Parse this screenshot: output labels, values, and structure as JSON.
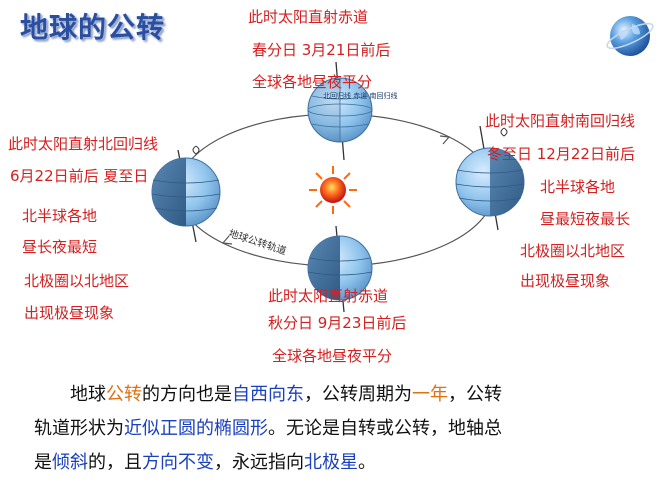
{
  "title": "地球的公转",
  "orbit_label": "地球公转轨道",
  "globe_text": "北回归线 赤道 南回归线",
  "top": {
    "line1": "此时太阳直射赤道",
    "line2": "春分日   3月21日前后",
    "line3": "全球各地昼夜平分"
  },
  "left": {
    "line1": "此时太阳直射北回归线",
    "line2": "6月22日前后   夏至日",
    "line3": "北半球各地",
    "line4": "昼长夜最短",
    "line5": "北极圈以北地区",
    "line6": "出现极昼现象"
  },
  "right": {
    "line1": "此时太阳直射南回归线",
    "line2": "冬至日   12月22日前后",
    "line3": "北半球各地",
    "line4": "昼最短夜最长",
    "line5": "北极圈以北地区",
    "line6": "出现极昼现象"
  },
  "bottom": {
    "line1": "此时太阳直射赤道",
    "line2": "秋分日   9月23日前后",
    "line3": "全球各地昼夜平分"
  },
  "paragraph": {
    "s1": "地球",
    "s2": "公转",
    "s3": "的方向也是",
    "s4": "自西向东",
    "s5": "，公转周期为",
    "s6": "一年",
    "s7": "，公转",
    "s8": "轨道形状为",
    "s9": "近似正圆的椭圆形",
    "s10": "。无论是自转或公转，地轴总",
    "s11": "是",
    "s12": "倾斜",
    "s13": "的，且",
    "s14": "方向不变",
    "s15": "，永远指向",
    "s16": "北极星",
    "s17": "。"
  },
  "colors": {
    "title": "#2a4fa0",
    "annotation": "#d42020",
    "highlight_orange": "#e07010",
    "highlight_blue": "#1a40c0",
    "globe_day": "#8fc4ec",
    "globe_night": "#3f6f9a",
    "sun": "#e02010"
  }
}
